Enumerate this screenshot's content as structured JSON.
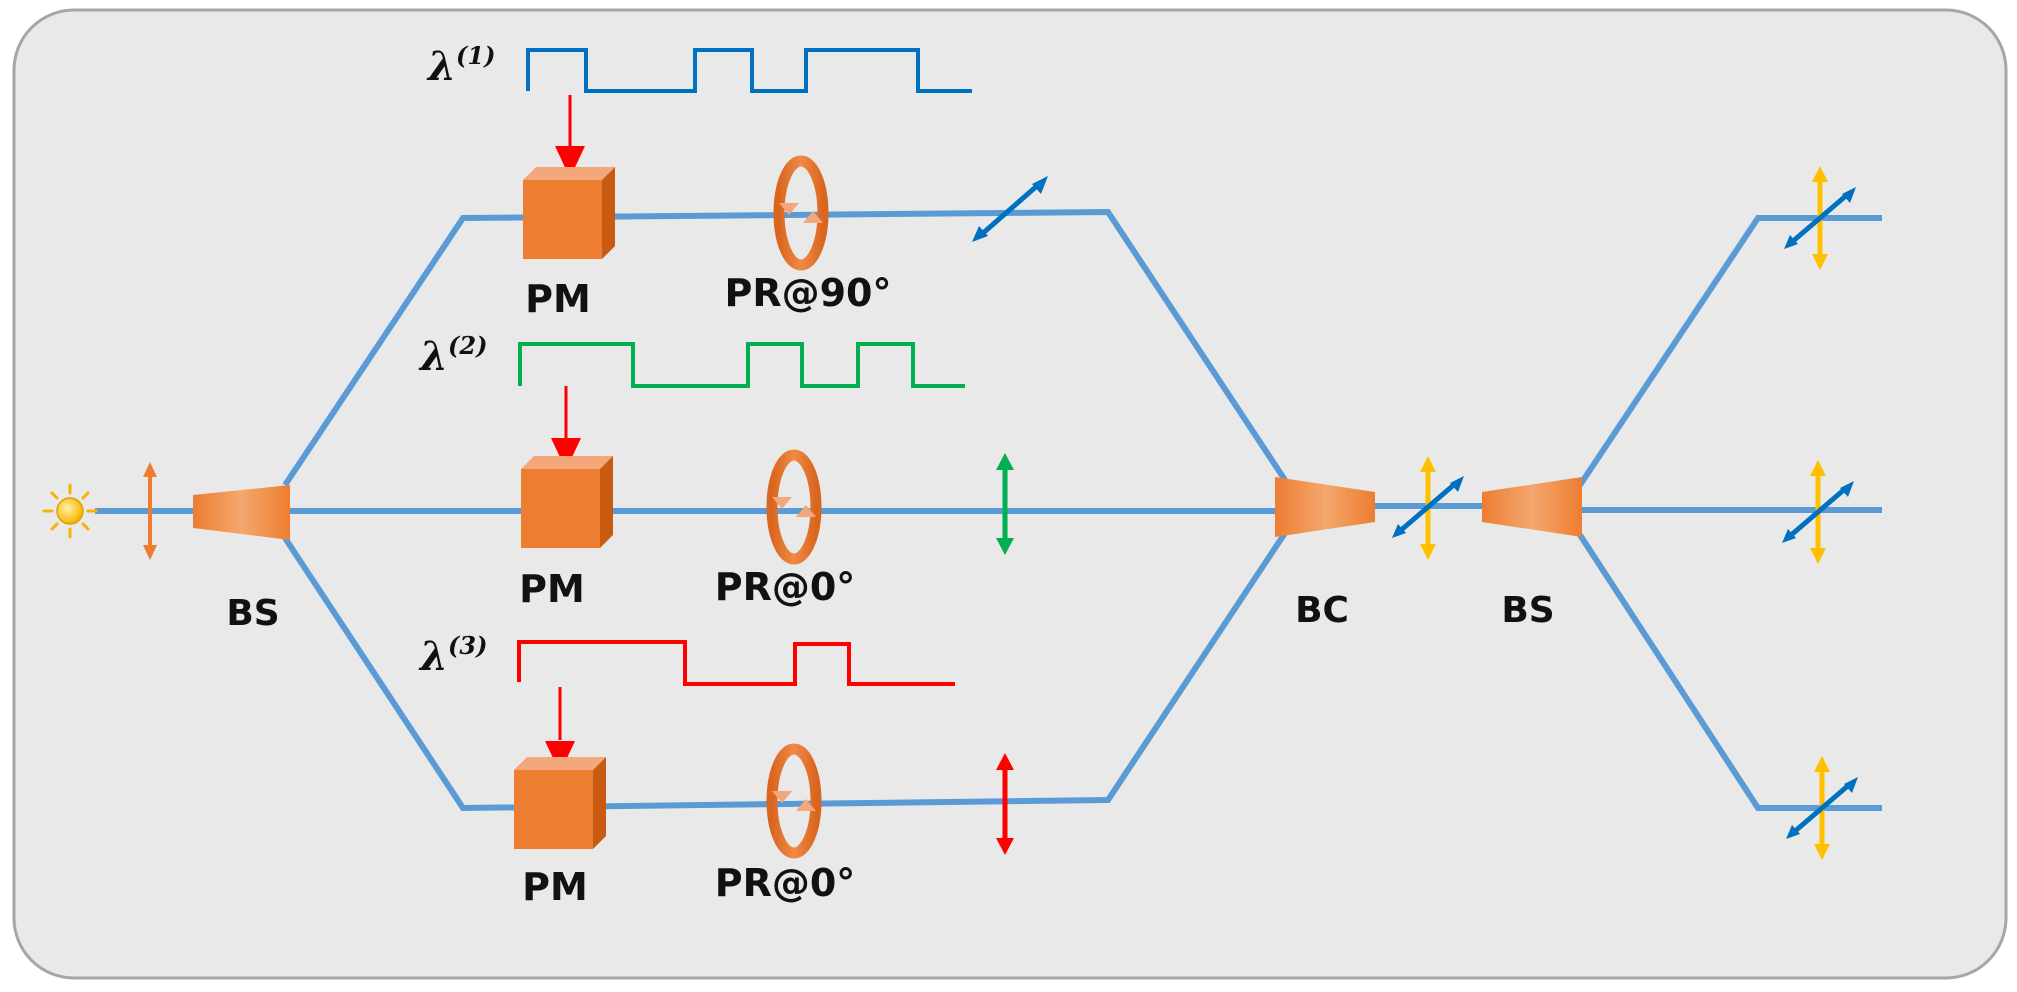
{
  "diagram": {
    "labels": {
      "bs_left": "BS",
      "bs_right": "BS",
      "bc": "BC",
      "pm_top": "PM",
      "pm_mid": "PM",
      "pm_bot": "PM",
      "pr_top": "PR@90°",
      "pr_mid": "PR@0°",
      "pr_bot": "PR@0°",
      "lambda_1_base": "λ",
      "lambda_1_sup": "(1)",
      "lambda_2_base": "λ",
      "lambda_2_sup": "(2)",
      "lambda_3_base": "λ",
      "lambda_3_sup": "(3)"
    },
    "signals": {
      "lambda_1": [
        1,
        0,
        0,
        1,
        0,
        1,
        1,
        0
      ],
      "lambda_2": [
        1,
        1,
        0,
        0,
        1,
        0,
        1,
        0
      ],
      "lambda_3": [
        1,
        1,
        1,
        0,
        0,
        1,
        0,
        0
      ]
    },
    "colors": {
      "background": "#e9e9e9",
      "frame": "#a6a6a6",
      "beam": "#5b9bd5",
      "component": "#ed7d31",
      "signal_1": "#0070c0",
      "signal_2": "#00b050",
      "signal_3": "#ff0000",
      "pm_arrow": "#ff0000",
      "pol_blue": "#0070c0",
      "pol_yellow": "#ffc000",
      "pol_green": "#00b050",
      "pol_red": "#ff0000",
      "pol_input": "#ed7d31",
      "source": "#ffc000"
    },
    "icons": {
      "source": "sun-icon",
      "beam_splitter": "trapezoid-icon",
      "phase_modulator": "cube-icon",
      "polarization_rotator": "ring-icon"
    }
  }
}
